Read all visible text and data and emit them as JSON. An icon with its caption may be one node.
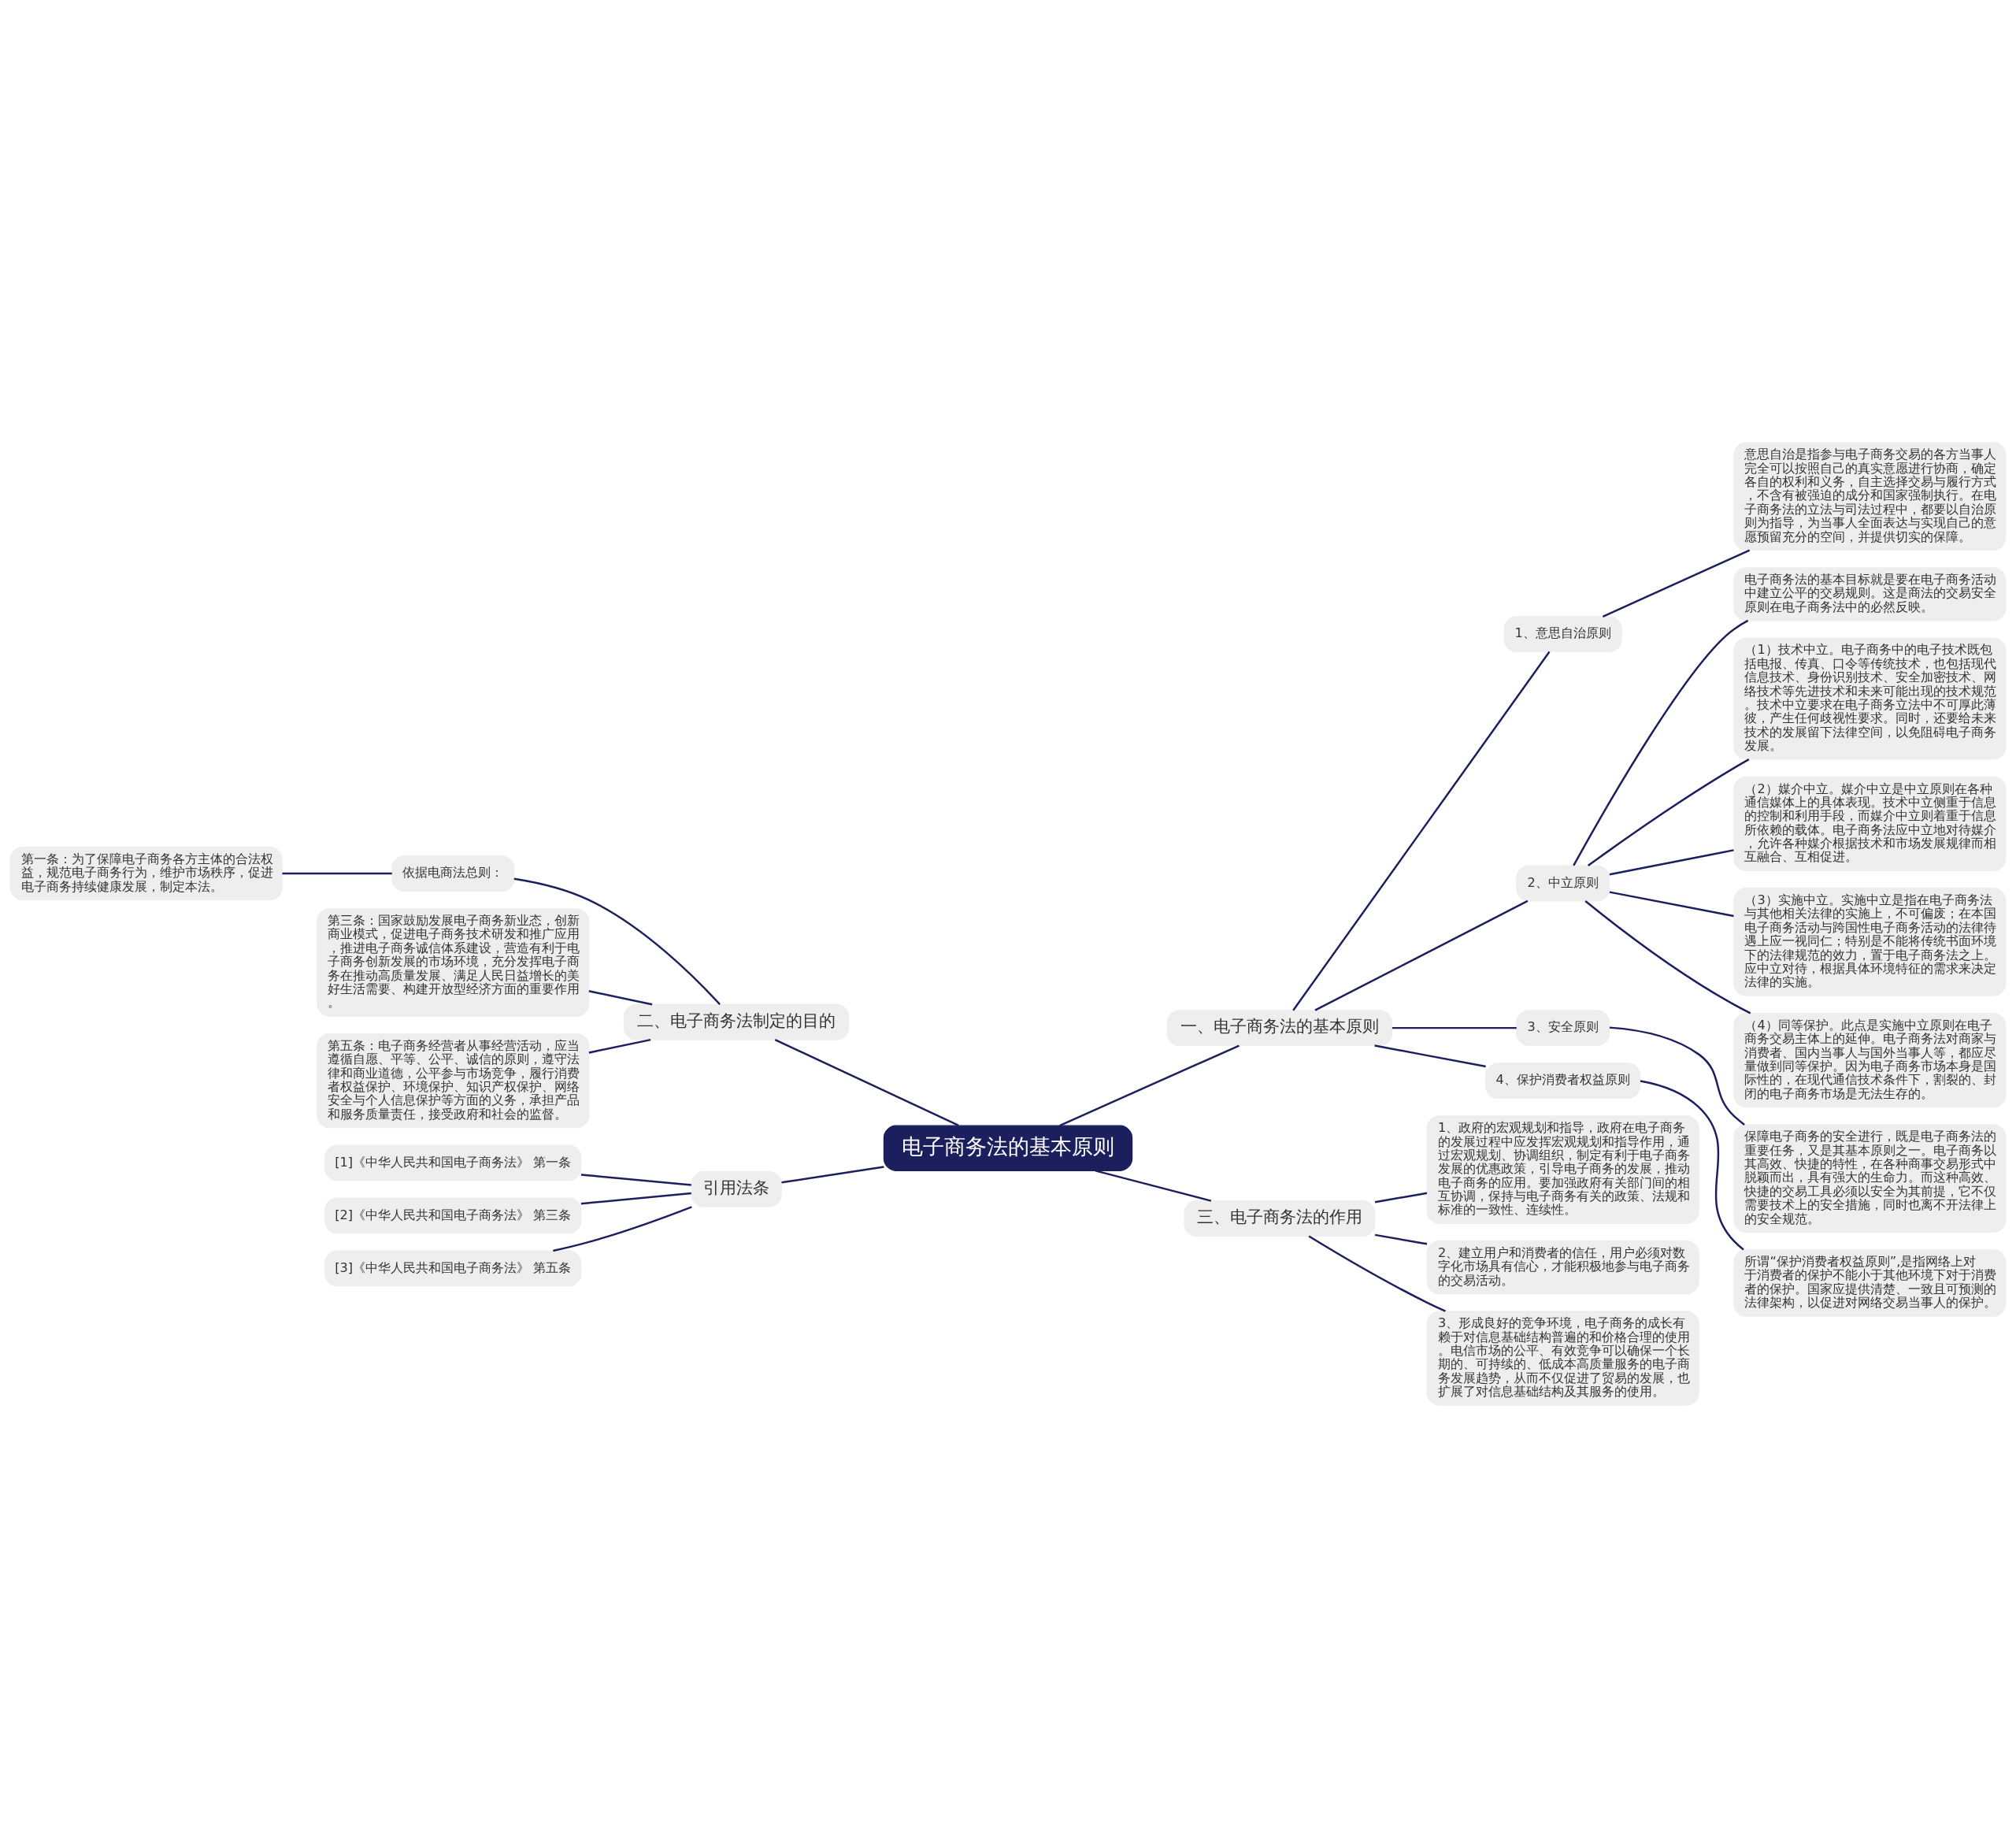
{
  "diagram": {
    "nodes": [
      {
        "text": [
          "电子商务法的基本原则"
        ]
      },
      {
        "text": [
          "一、电子商务法的基本原则"
        ]
      },
      {
        "text": [
          "1、意思自治原则"
        ]
      },
      {
        "text": [
          "意思自治是指参与电子商务交易的各方当事人完全可以按照自己的真实意愿进行协商，确定各自的权利和义务，自主选择交易与履行方式，不含有被强迫的成分和国家强制执行。在电子商务法的立法与司法过程中，都要以自治原则为指导，为当事人全面表达与实现自己的意愿预留充分的空间，并提供切实的保障。"
        ]
      },
      {
        "text": [
          "2、中立原则"
        ]
      },
      {
        "text": [
          "电子商务法的基本目标就是要在电子商务活动中建立公平的交易规则。这是商法的交易安全原则在电子商务法中的必然反映。"
        ]
      },
      {
        "text": [
          "（1）技术中立。电子商务中的电子技术既包括电报、传真、口令等传统技术，也包括现代信息技术、身份识别技术、安全加密技术、网络技术等先进技术和未来可能出现的技术规范。技术中立要求在电子商务立法中不可厚此薄彼，产生任何歧视性要求。同时，还要给未来技术的发展留下法律空间，以免阻碍电子商务发展。"
        ]
      },
      {
        "text": [
          "（2）媒介中立。媒介中立是中立原则在各种通信媒体上的具体表现。技术中立侧重于信息的控制和利用手段，而媒介中立则着重于信息所依赖的载体。电子商务法应中立地对待媒介，允许各种媒介根据技术和市场发展规律而相互融合、互相促进。"
        ]
      },
      {
        "text": [
          "（3）实施中立。实施中立是指在电子商务法与其他相关法律的实施上，不可偏废；在本国电子商务活动与跨国性电子商务活动的法律待遇上应一视同仁；特别是不能将传统书面环境下的法律规范的效力，置于电子商务法之上。应中立对待，根据具体环境特征的需求来决定法律的实施。"
        ]
      },
      {
        "text": [
          "（4）同等保护。此点是实施中立原则在电子商务交易主体上的延伸。电子商务法对商家与消费者、国内当事人与国外当事人等，都应尽量做到同等保护。因为电子商务市场本身是国际性的，在现代通信技术条件下，割裂的、封闭的电子商务市场是无法生存的。"
        ]
      },
      {
        "text": [
          "3、安全原则"
        ]
      },
      {
        "text": [
          "保障电子商务的安全进行，既是电子商务法的重要任务，又是其基本原则之一。电子商务以其高效、快捷的特性，在各种商事交易形式中脱颖而出，具有强大的生命力。而这种高效、快捷的交易工具必须以安全为其前提，它不仅需要技术上的安全措施，同时也离不开法律上的安全规范。"
        ]
      },
      {
        "text": [
          "4、保护消费者权益原则"
        ]
      },
      {
        "text": [
          "所谓“保护消费者权益原则”,是指网络上对于消费者的保护不能小于其他环境下对于消费者的保护。国家应提供清楚、一致且可预测的法律架构，以促进对网络交易当事人的保护。"
        ]
      },
      {
        "text": [
          "三、电子商务法的作用"
        ]
      },
      {
        "text": [
          "1、政府的宏观规划和指导，政府在电子商务的发展过程中应发挥宏观规划和指导作用，通过宏观规划、协调组织，制定有利于电子商务发展的优惠政策，引导电子商务的发展，推动电子商务的应用。要加强政府有关部门间的相互协调，保持与电子商务有关的政策、法规和标准的一致性、连续性。"
        ]
      },
      {
        "text": [
          "2、建立用户和消费者的信任，用户必须对数字化市场具有信心，才能积极地参与电子商务的交易活动。"
        ]
      },
      {
        "text": [
          "3、形成良好的竞争环境，电子商务的成长有赖于对信息基础结构普遍的和价格合理的使用。电信市场的公平、有效竞争可以确保一个长期的、可持续的、低成本高质量服务的电子商务发展趋势，从而不仅促进了贸易的发展，也扩展了对信息基础结构及其服务的使用。"
        ]
      },
      {
        "text": [
          "二、电子商务法制定的目的"
        ]
      },
      {
        "text": [
          "依据电商法总则："
        ]
      },
      {
        "text": [
          "第一条：为了保障电子商务各方主体的合法权益，规范电子商务行为，维护市场秩序，促进电子商务持续健康发展，制定本法。"
        ]
      },
      {
        "text": [
          "第三条：国家鼓励发展电子商务新业态，创新商业模式，促进电子商务技术研发和推广应用，推进电子商务诚信体系建设，营造有利于电子商务创新发展的市场环境，充分发挥电子商务在推动高质量发展、满足人民日益增长的美好生活需要、构建开放型经济方面的重要作用。"
        ]
      },
      {
        "text": [
          "第五条：电子商务经营者从事经营活动，应当遵循自愿、平等、公平、诚信的原则，遵守法律和商业道德，公平参与市场竞争，履行消费者权益保护、环境保护、知识产权保护、网络安全与个人信息保护等方面的义务，承担产品和服务质量责任，接受政府和社会的监督。"
        ]
      },
      {
        "text": [
          "引用法条"
        ]
      },
      {
        "text": [
          "[1]《中华人民共和国电子商务法》 第一条"
        ]
      },
      {
        "text": [
          "[2]《中华人民共和国电子商务法》 第三条"
        ]
      },
      {
        "text": [
          "[3]《中华人民共和国电子商务法》 第五条"
        ]
      }
    ],
    "edges": [
      {
        "from": 0,
        "to": 1,
        "arrow": "none"
      },
      {
        "from": 1,
        "to": 2,
        "arrow": "none"
      },
      {
        "from": 2,
        "to": 3,
        "arrow": "none"
      },
      {
        "from": 1,
        "to": 4,
        "arrow": "none"
      },
      {
        "from": 4,
        "to": 5,
        "arrow": "none"
      },
      {
        "from": 4,
        "to": 6,
        "arrow": "none"
      },
      {
        "from": 4,
        "to": 7,
        "arrow": "none"
      },
      {
        "from": 4,
        "to": 8,
        "arrow": "none"
      },
      {
        "from": 4,
        "to": 9,
        "arrow": "none"
      },
      {
        "from": 1,
        "to": 10,
        "arrow": "none"
      },
      {
        "from": 10,
        "to": 11,
        "arrow": "none"
      },
      {
        "from": 1,
        "to": 12,
        "arrow": "none"
      },
      {
        "from": 12,
        "to": 13,
        "arrow": "none"
      },
      {
        "from": 0,
        "to": 14,
        "arrow": "none"
      },
      {
        "from": 14,
        "to": 15,
        "arrow": "none"
      },
      {
        "from": 14,
        "to": 16,
        "arrow": "none"
      },
      {
        "from": 14,
        "to": 17,
        "arrow": "none"
      },
      {
        "from": 0,
        "to": 18,
        "arrow": "none"
      },
      {
        "from": 18,
        "to": 19,
        "arrow": "none"
      },
      {
        "from": 19,
        "to": 20,
        "arrow": "none"
      },
      {
        "from": 18,
        "to": 21,
        "arrow": "none"
      },
      {
        "from": 18,
        "to": 22,
        "arrow": "none"
      },
      {
        "from": 0,
        "to": 23,
        "arrow": "none"
      },
      {
        "from": 23,
        "to": 24,
        "arrow": "none"
      },
      {
        "from": 23,
        "to": 25,
        "arrow": "none"
      },
      {
        "from": 23,
        "to": 26,
        "arrow": "none"
      }
    ]
  }
}
